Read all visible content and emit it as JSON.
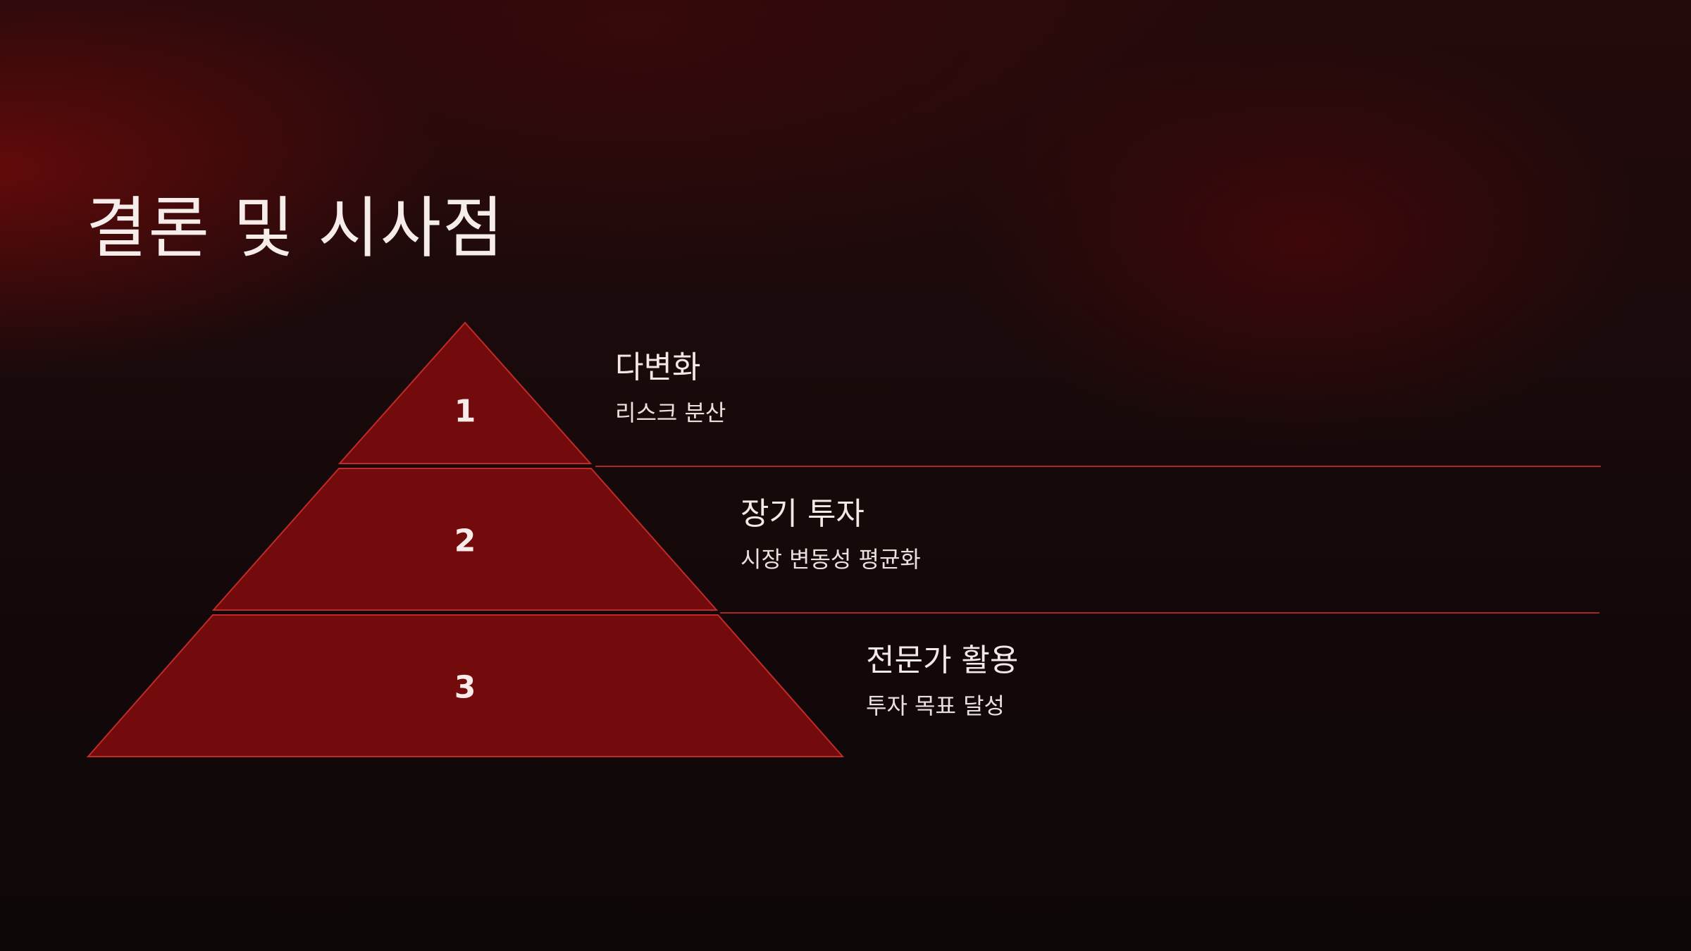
{
  "slide": {
    "title": "결론 및 시사점"
  },
  "pyramid": {
    "fill_color": "#730b0c",
    "edge_color": "#c02a2a",
    "divider_color": "#a8262a",
    "tiers": [
      {
        "number": "1",
        "title": "다변화",
        "description": "리스크 분산"
      },
      {
        "number": "2",
        "title": "장기 투자",
        "description": "시장 변동성 평균화"
      },
      {
        "number": "3",
        "title": "전문가 활용",
        "description": "투자 목표 달성"
      }
    ]
  }
}
